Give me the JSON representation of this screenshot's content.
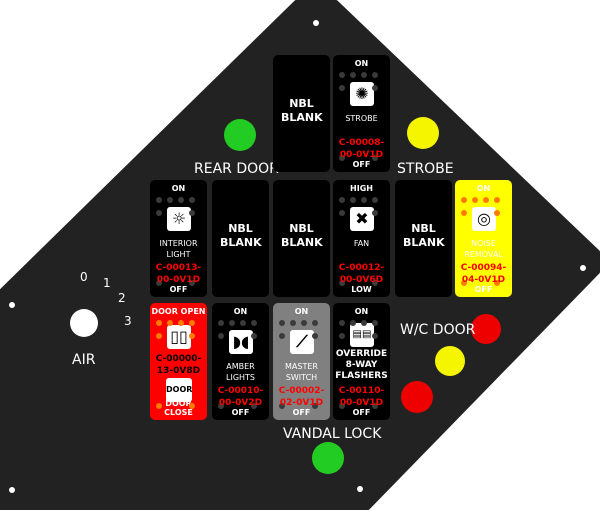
{
  "labels": {
    "rear_door": "REAR DOOR",
    "strobe": "STROBE",
    "wc_door": "W/C DOOR",
    "vandal_lock": "VANDAL LOCK",
    "air": "AIR"
  },
  "air_positions": [
    "0",
    "1",
    "2",
    "3"
  ],
  "switches": {
    "blank1": {
      "label": "NBL BLANK"
    },
    "strobe": {
      "top": "ON",
      "name": "STROBE",
      "code": "C-00008-00-0V1D",
      "bottom": "OFF",
      "icon": "strobe-icon"
    },
    "interior": {
      "top": "ON",
      "name": "INTERIOR LIGHT",
      "code": "C-00013-00-0V1D",
      "bottom": "OFF",
      "icon": "ceiling-light-icon"
    },
    "blank2": {
      "label": "NBL BLANK"
    },
    "blank3": {
      "label": "NBL BLANK"
    },
    "fan": {
      "top": "HIGH",
      "name": "FAN",
      "code": "C-00012-00-0V6D",
      "bottom": "LOW",
      "icon": "fan-icon"
    },
    "blank4": {
      "label": "NBL BLANK"
    },
    "noise": {
      "top": "ON",
      "name": "NOISE REMOVAL",
      "code": "C-00094-04-0V1D",
      "bottom": "OFF",
      "icon": "ear-icon"
    },
    "door": {
      "top": "DOOR OPEN",
      "code": "C-00000-13-0V8D",
      "door_icon": "DOOR",
      "bottom": "DOOR CLOSE"
    },
    "amber": {
      "top": "ON",
      "name": "AMBER LIGHTS",
      "code": "C-00010-00-0V2D",
      "bottom": "OFF",
      "icon": "amber-light-icon"
    },
    "master": {
      "top": "ON",
      "name": "MASTER SWITCH",
      "code": "C-00002-02-0V1D",
      "bottom": "OFF",
      "icon": "switch-icon"
    },
    "override": {
      "top": "ON",
      "name": "OVERRIDE 8-WAY FLASHERS",
      "code": "C-00110-00-0V1D",
      "bottom": "OFF",
      "icon": "flashers-icon"
    }
  },
  "colors": {
    "panel": "#222222",
    "green": "#22cc22",
    "yellow": "#f5f500",
    "red": "#ee0000",
    "switch_red": "#ff0000",
    "switch_yellow": "#ffff00",
    "switch_gray": "#808080"
  }
}
